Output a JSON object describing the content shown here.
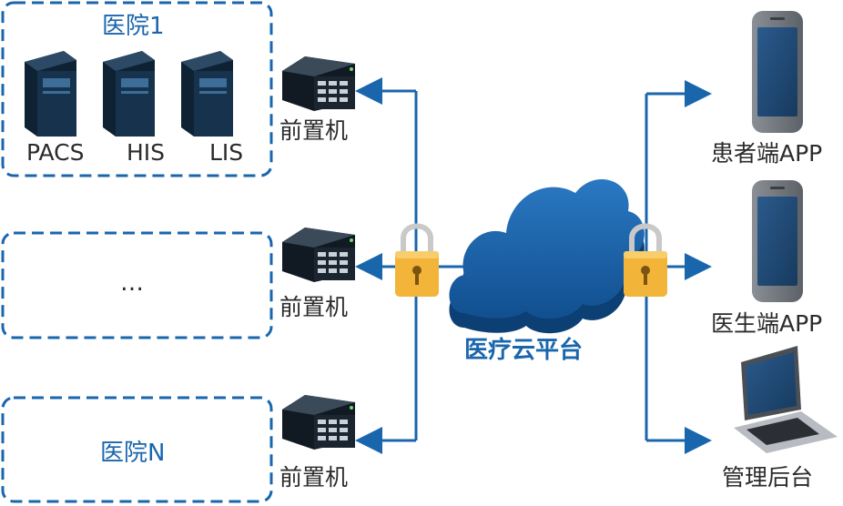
{
  "hospitals": [
    {
      "title": "医院1",
      "systems": [
        "PACS",
        "HIS",
        "LIS"
      ]
    },
    {
      "title": "…",
      "systems": []
    },
    {
      "title": "医院N",
      "systems": []
    }
  ],
  "front_server_label": "前置机",
  "cloud": {
    "label": "医疗云平台"
  },
  "clients": {
    "patient_app": "患者端APP",
    "doctor_app": "医生端APP",
    "admin_backend": "管理后台"
  },
  "colors": {
    "accent": "#1a66ad",
    "cloud": "#1a5fa6",
    "lock": "#f2b53a",
    "server": "#1b2b3a"
  }
}
